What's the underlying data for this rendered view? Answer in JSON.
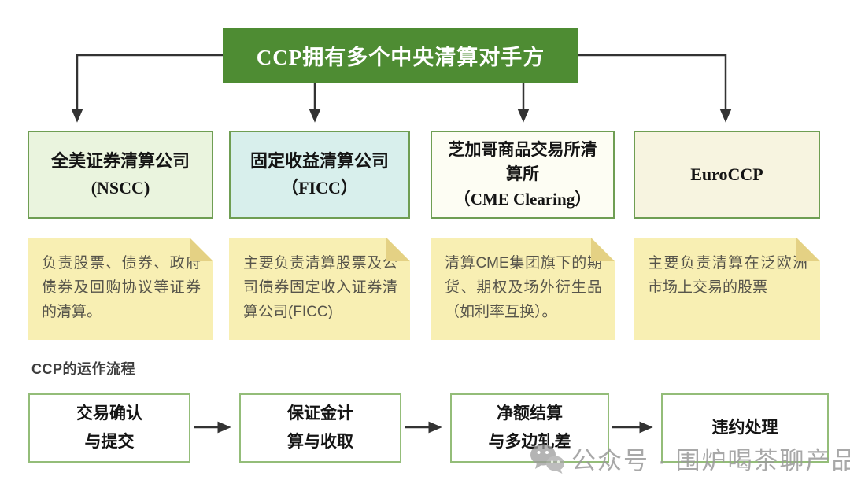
{
  "title": "CCP拥有多个中央清算对手方",
  "colors": {
    "header_green": "#4e8c33",
    "box_border_green": "#6f9e53",
    "note_yellow": "#f8efb3",
    "note_fold": "#e4d184",
    "arrow": "#333333"
  },
  "ccp_columns": [
    {
      "id": "nscc",
      "fill": "#eaf4de",
      "lines": [
        "全美证券清算公司",
        "(NSCC)",
        ""
      ],
      "note": "负责股票、债券、政府债券及回购协议等证券的清算。"
    },
    {
      "id": "ficc",
      "fill": "#d8efec",
      "lines": [
        "固定收益清算公司",
        "（FICC）",
        ""
      ],
      "note": "主要负责清算股票及公司债券固定收入证券清算公司(FICC)"
    },
    {
      "id": "cme-clearing",
      "fill": "#fdfdf3",
      "lines": [
        "芝加哥商品交易所清",
        "算所",
        "（CME Clearing）"
      ],
      "note": "清算CME集团旗下的期货、期权及场外衍生品（如利率互换）。"
    },
    {
      "id": "euroccp",
      "fill": "#f7f4e0",
      "lines": [
        "EuroCCP",
        "",
        ""
      ],
      "note": "主要负责清算在泛欧洲市场上交易的股票"
    }
  ],
  "process": {
    "heading": "CCP的运作流程",
    "steps": [
      {
        "lines": [
          "交易确认",
          "与提交"
        ]
      },
      {
        "lines": [
          "保证金计",
          "算与收取"
        ]
      },
      {
        "lines": [
          "净额结算",
          "与多边轧差"
        ]
      },
      {
        "lines": [
          "违约处理",
          ""
        ]
      }
    ]
  },
  "watermark": {
    "icon": "wechat-icon",
    "text": "公众号 · 围炉喝茶聊产品"
  }
}
